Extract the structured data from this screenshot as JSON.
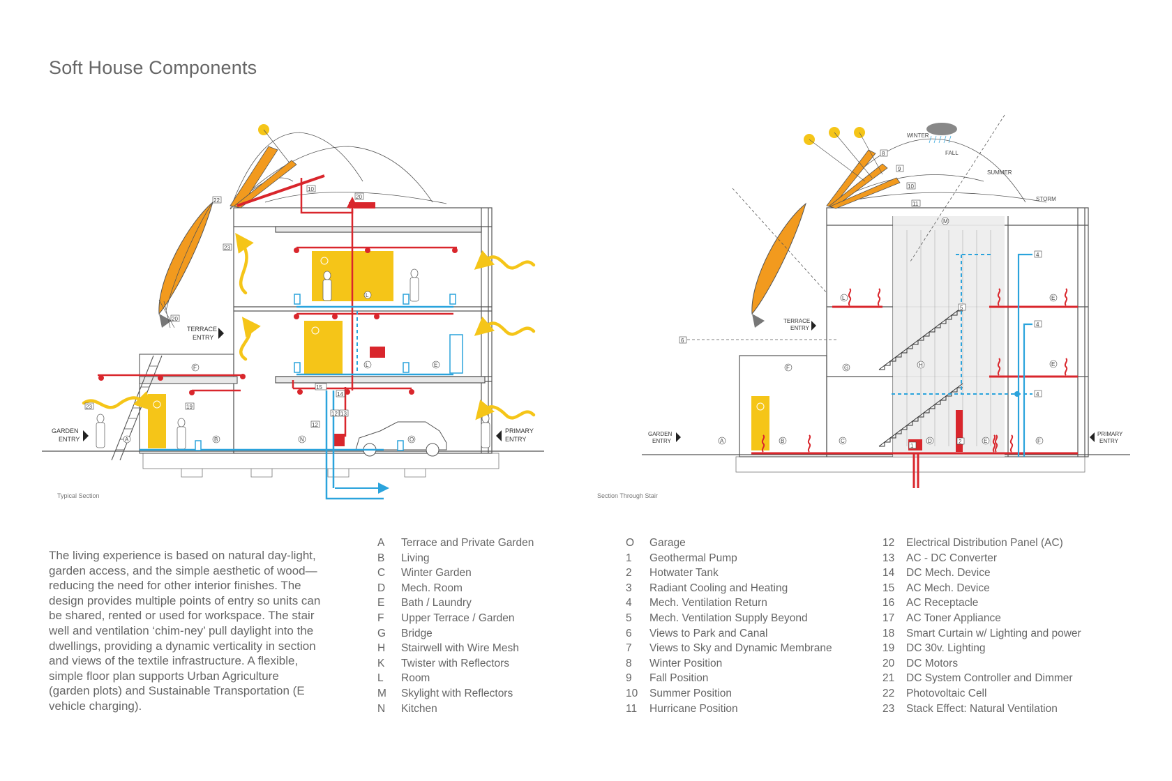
{
  "title": "Soft House Components",
  "captions": {
    "left": "Typical Section",
    "right": "Section Through Stair"
  },
  "diagram_labels": {
    "terrace_entry": [
      "TERRACE",
      "ENTRY"
    ],
    "garden_entry": [
      "GARDEN",
      "ENTRY"
    ],
    "primary_entry": [
      "PRIMARY",
      "ENTRY"
    ],
    "winter": "WINTER",
    "fall": "FALL",
    "summer": "SUMMER",
    "storm": "STORM"
  },
  "intro": "The living experience is based on natural day-light, garden access, and the simple aesthetic of wood—reducing the need for other interior finishes. The design provides multiple points of entry so units can be shared, rented or used for workspace.  The stair well and ventilation ‘chim-ney’ pull daylight into the dwellings, providing a dynamic verticality in section and views of the textile infrastructure. A flexible, simple floor plan supports Urban Agriculture (garden plots) and Sustainable Transportation (E vehicle charging).",
  "legend_columns": [
    [
      {
        "key": "A",
        "label": "Terrace and Private Garden"
      },
      {
        "key": "B",
        "label": "Living"
      },
      {
        "key": "C",
        "label": "Winter Garden"
      },
      {
        "key": "D",
        "label": "Mech. Room"
      },
      {
        "key": "E",
        "label": "Bath / Laundry"
      },
      {
        "key": "F",
        "label": "Upper Terrace / Garden"
      },
      {
        "key": "G",
        "label": "Bridge"
      },
      {
        "key": "H",
        "label": "Stairwell with Wire Mesh"
      },
      {
        "key": "K",
        "label": "Twister with Reflectors"
      },
      {
        "key": "L",
        "label": "Room"
      },
      {
        "key": "M",
        "label": "Skylight with Reflectors"
      },
      {
        "key": "N",
        "label": "Kitchen"
      }
    ],
    [
      {
        "key": "O",
        "label": "Garage"
      },
      {
        "key": "1",
        "label": "Geothermal Pump"
      },
      {
        "key": "2",
        "label": "Hotwater Tank"
      },
      {
        "key": "3",
        "label": "Radiant Cooling and Heating"
      },
      {
        "key": "4",
        "label": "Mech. Ventilation Return"
      },
      {
        "key": "5",
        "label": "Mech. Ventilation Supply Beyond"
      },
      {
        "key": "6",
        "label": "Views to Park and Canal"
      },
      {
        "key": "7",
        "label": "Views to Sky and Dynamic Membrane"
      },
      {
        "key": "8",
        "label": "Winter Position"
      },
      {
        "key": "9",
        "label": "Fall Position"
      },
      {
        "key": "10",
        "label": "Summer Position"
      },
      {
        "key": "11",
        "label": "Hurricane Position"
      }
    ],
    [
      {
        "key": "12",
        "label": "Electrical Distribution Panel (AC)"
      },
      {
        "key": "13",
        "label": "AC - DC Converter"
      },
      {
        "key": "14",
        "label": "DC Mech. Device"
      },
      {
        "key": "15",
        "label": "AC Mech. Device"
      },
      {
        "key": "16",
        "label": "AC Receptacle"
      },
      {
        "key": "17",
        "label": "AC Toner Appliance"
      },
      {
        "key": "18",
        "label": "Smart Curtain w/ Lighting and power"
      },
      {
        "key": "19",
        "label": "DC 30v. Lighting"
      },
      {
        "key": "20",
        "label": "DC Motors"
      },
      {
        "key": "21",
        "label": "DC System Controller and Dimmer"
      },
      {
        "key": "22",
        "label": "Photovoltaic Cell"
      },
      {
        "key": "23",
        "label": "Stack Effect: Natural Ventilation"
      }
    ]
  ],
  "colors": {
    "red": "#d9262c",
    "blue": "#2aa3dc",
    "yellow": "#f5c518",
    "orange": "#f29a1e",
    "linework": "#555555"
  }
}
